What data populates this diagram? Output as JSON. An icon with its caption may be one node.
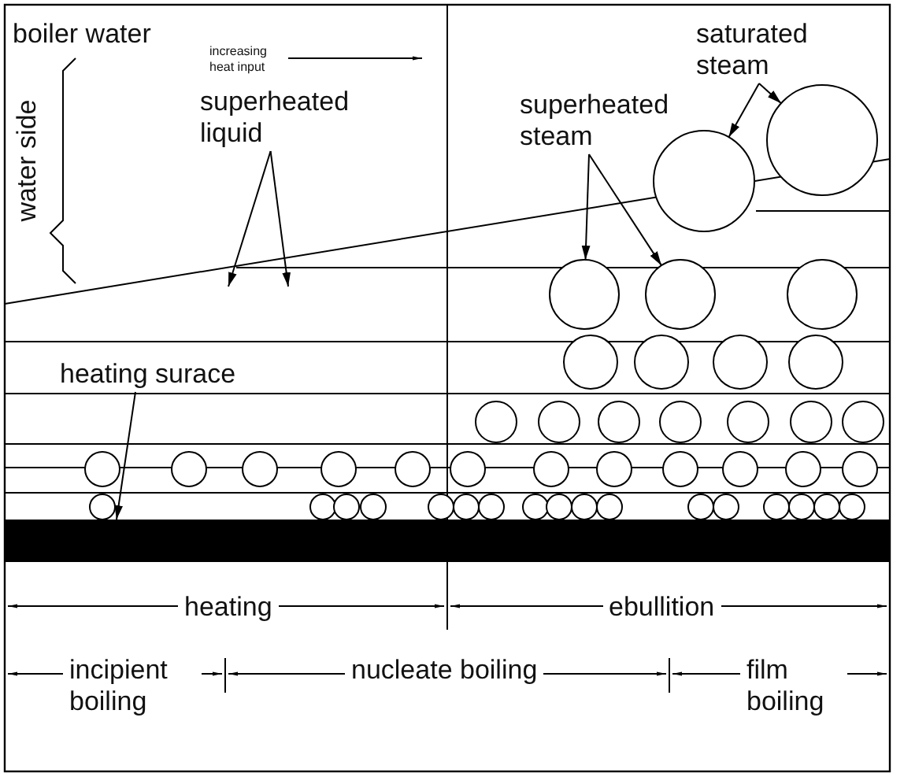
{
  "diagram": {
    "nodes": [
      {
        "text": [
          "superheated liquid"
        ]
      },
      {
        "text": [
          "superheated steam"
        ]
      },
      {
        "text": [
          "saturated steam"
        ]
      },
      {
        "text": [
          "heating surace"
        ]
      },
      {
        "text": [],
        "shape": "circle"
      },
      {
        "text": [],
        "shape": "circle"
      },
      {
        "text": [],
        "shape": "circle"
      },
      {
        "text": [],
        "shape": "circle"
      },
      {
        "text": [],
        "shape": "bar"
      }
    ],
    "edges": [
      {
        "from": 0,
        "to": null,
        "arrow": "to"
      },
      {
        "from": 0,
        "to": null,
        "arrow": "to"
      },
      {
        "from": 1,
        "to": 4,
        "arrow": "to"
      },
      {
        "from": 1,
        "to": 5,
        "arrow": "to"
      },
      {
        "from": 2,
        "to": 6,
        "arrow": "to"
      },
      {
        "from": 2,
        "to": 7,
        "arrow": "to"
      },
      {
        "from": 3,
        "to": 8,
        "arrow": "to"
      }
    ],
    "labels": [
      "boiler water",
      "increasing heat input",
      "water side",
      "heating",
      "ebullition",
      "incipient boiling",
      "nucleate boiling",
      "film boiling"
    ]
  }
}
